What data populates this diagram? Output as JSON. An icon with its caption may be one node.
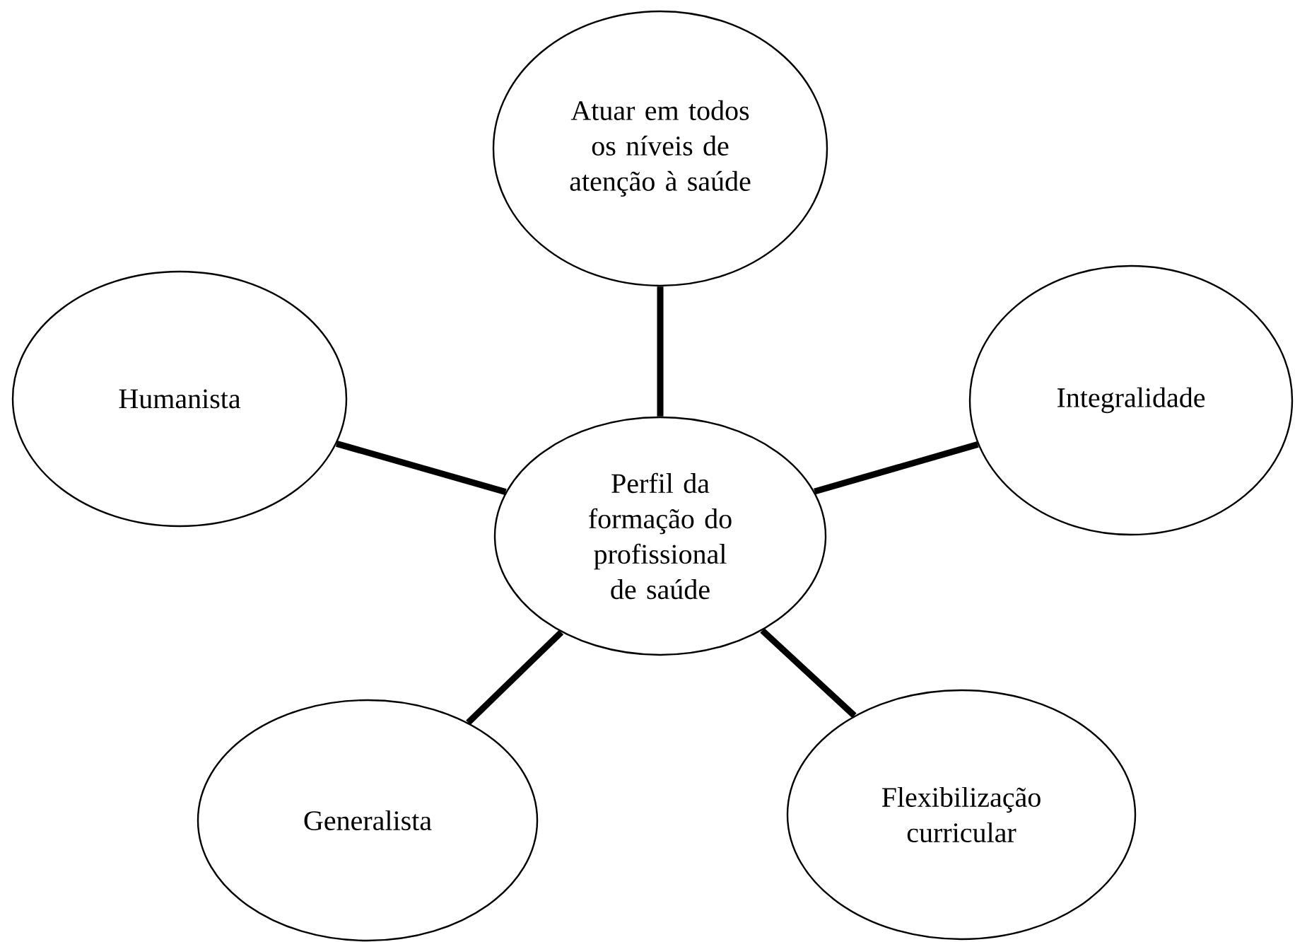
{
  "diagram": {
    "nodes": [
      {
        "text": [
          "Atuar em todos os níveis de atenção à saúde"
        ]
      },
      {
        "text": [
          "Humanista"
        ]
      },
      {
        "text": [
          "Integralidade"
        ]
      },
      {
        "text": [
          "Perfil da formação do profissional de saúde"
        ]
      },
      {
        "text": [
          "Generalista"
        ]
      },
      {
        "text": [
          "Flexibilização curricular"
        ]
      }
    ],
    "edges": [
      {
        "from": 3,
        "to": 0,
        "arrow": "none"
      },
      {
        "from": 3,
        "to": 1,
        "arrow": "none"
      },
      {
        "from": 3,
        "to": 2,
        "arrow": "none"
      },
      {
        "from": 3,
        "to": 4,
        "arrow": "none"
      },
      {
        "from": 3,
        "to": 5,
        "arrow": "none"
      }
    ]
  }
}
